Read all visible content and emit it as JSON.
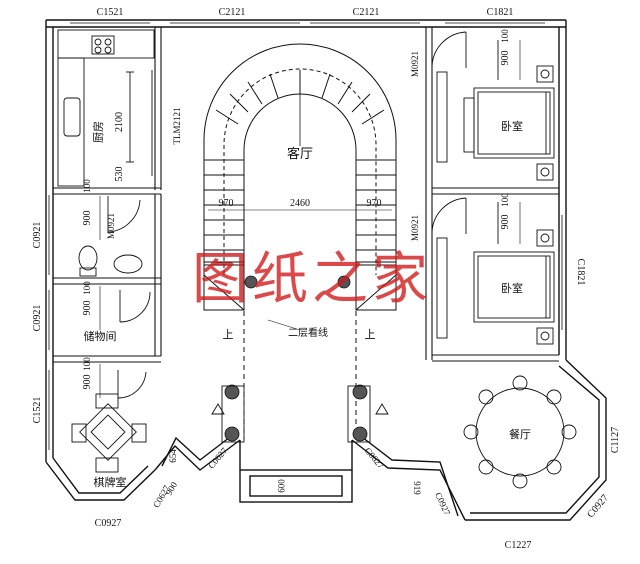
{
  "watermark": "图纸之家",
  "rooms": {
    "living": "客厅",
    "kitchen": "厨房",
    "storage": "储物间",
    "chess": "棋牌室",
    "bed1": "卧室",
    "bed2": "卧室",
    "dining": "餐厅"
  },
  "windows": {
    "top1": "C1521",
    "top2": "C2121",
    "top3": "C2121",
    "top4": "C1821",
    "left1": "C0921",
    "left2": "C0921",
    "left3": "C1521",
    "right1": "C1821",
    "right2": "C1127",
    "right3": "C0927",
    "bottom1": "C0927",
    "bottom2": "C1227",
    "diag1": "C0627",
    "diag2": "C0627",
    "diag3": "C0627",
    "diag4": "C0927"
  },
  "doors": {
    "m1": "M0921",
    "m2": "M0921",
    "m3": "M0921",
    "tlm": "TLM2121"
  },
  "dims": {
    "d2100": "2100",
    "d530": "530",
    "d970a": "970",
    "d2460": "2460",
    "d970b": "970",
    "d900a": "900",
    "d100a": "100",
    "d900b": "900",
    "d100b": "100",
    "d900c": "900",
    "d100c": "100",
    "d900d": "900",
    "d100d": "100",
    "d900e": "900",
    "d100e": "100",
    "d654": "654",
    "d900f": "900",
    "d919": "919",
    "d009": "009"
  },
  "notes": {
    "up1": "上",
    "up2": "上",
    "railing": "二层看线"
  }
}
